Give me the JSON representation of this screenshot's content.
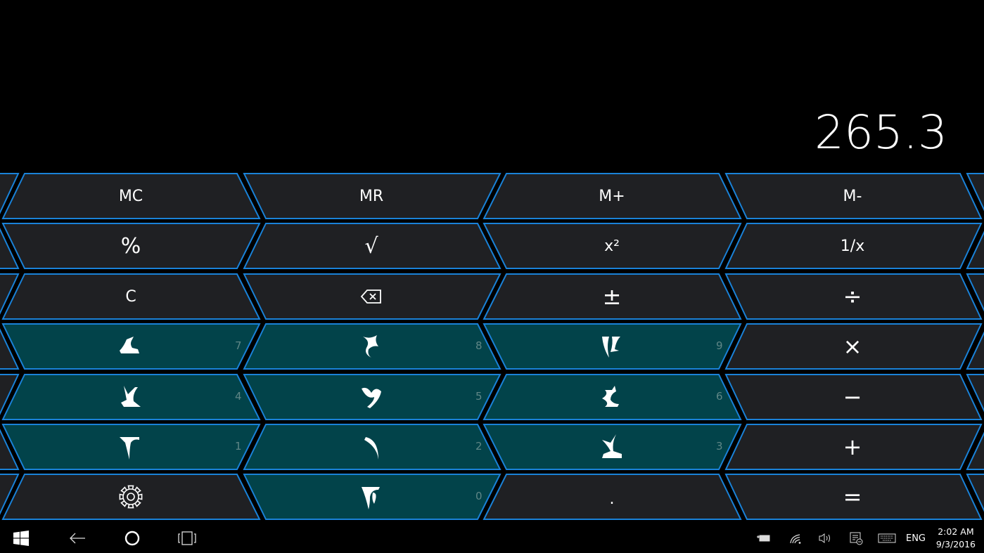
{
  "display": {
    "value": "265.3"
  },
  "colors": {
    "border": "#1a82d8",
    "key_dark": "#1f2023",
    "key_digit": "#02434a",
    "digit_hint": "#5f8686",
    "background": "#000000"
  },
  "keypad": {
    "rows": [
      [
        {
          "label": "MC",
          "type": "op",
          "name": "memory-clear"
        },
        {
          "label": "MR",
          "type": "op",
          "name": "memory-recall"
        },
        {
          "label": "M+",
          "type": "op",
          "name": "memory-add"
        },
        {
          "label": "M-",
          "type": "op",
          "name": "memory-subtract"
        }
      ],
      [
        {
          "label": "%",
          "type": "op",
          "name": "percent"
        },
        {
          "label": "√",
          "type": "op",
          "name": "square-root"
        },
        {
          "label": "x²",
          "type": "op",
          "name": "square",
          "glyph": "x-squared-alien"
        },
        {
          "label": "1/x",
          "type": "op",
          "name": "reciprocal",
          "glyph": "one-over-x-alien"
        }
      ],
      [
        {
          "label": "C",
          "type": "op",
          "name": "clear"
        },
        {
          "label": "⌫",
          "type": "op",
          "name": "backspace",
          "icon": "backspace-icon"
        },
        {
          "label": "±",
          "type": "op",
          "name": "negate"
        },
        {
          "label": "÷",
          "type": "op",
          "name": "divide"
        }
      ],
      [
        {
          "label": "7",
          "type": "digit",
          "name": "digit-7",
          "glyph": "alien-7"
        },
        {
          "label": "8",
          "type": "digit",
          "name": "digit-8",
          "glyph": "alien-8"
        },
        {
          "label": "9",
          "type": "digit",
          "name": "digit-9",
          "glyph": "alien-9"
        },
        {
          "label": "×",
          "type": "op",
          "name": "multiply"
        }
      ],
      [
        {
          "label": "4",
          "type": "digit",
          "name": "digit-4",
          "glyph": "alien-4"
        },
        {
          "label": "5",
          "type": "digit",
          "name": "digit-5",
          "glyph": "alien-5"
        },
        {
          "label": "6",
          "type": "digit",
          "name": "digit-6",
          "glyph": "alien-6"
        },
        {
          "label": "−",
          "type": "op",
          "name": "subtract"
        }
      ],
      [
        {
          "label": "1",
          "type": "digit",
          "name": "digit-1",
          "glyph": "alien-1"
        },
        {
          "label": "2",
          "type": "digit",
          "name": "digit-2",
          "glyph": "alien-2"
        },
        {
          "label": "3",
          "type": "digit",
          "name": "digit-3",
          "glyph": "alien-3"
        },
        {
          "label": "+",
          "type": "op",
          "name": "add"
        }
      ],
      [
        {
          "label": "⚙",
          "type": "op",
          "name": "settings",
          "icon": "gear-icon"
        },
        {
          "label": "0",
          "type": "digit",
          "name": "digit-0",
          "glyph": "alien-0"
        },
        {
          "label": ".",
          "type": "op",
          "name": "decimal-point"
        },
        {
          "label": "=",
          "type": "op",
          "name": "equals"
        }
      ]
    ]
  },
  "taskbar": {
    "start_icon": "windows-logo-icon",
    "back_icon": "back-arrow-icon",
    "search_icon": "cortana-circle-icon",
    "task_view_icon": "task-view-icon",
    "tray": {
      "battery_icon": "battery-charging-icon",
      "network_icon": "wifi-icon",
      "volume_icon": "volume-icon",
      "action_center_icon": "notifications-icon",
      "keyboard_icon": "touch-keyboard-icon",
      "language": "ENG",
      "time": "2:02 AM",
      "date": "9/3/2016"
    }
  }
}
